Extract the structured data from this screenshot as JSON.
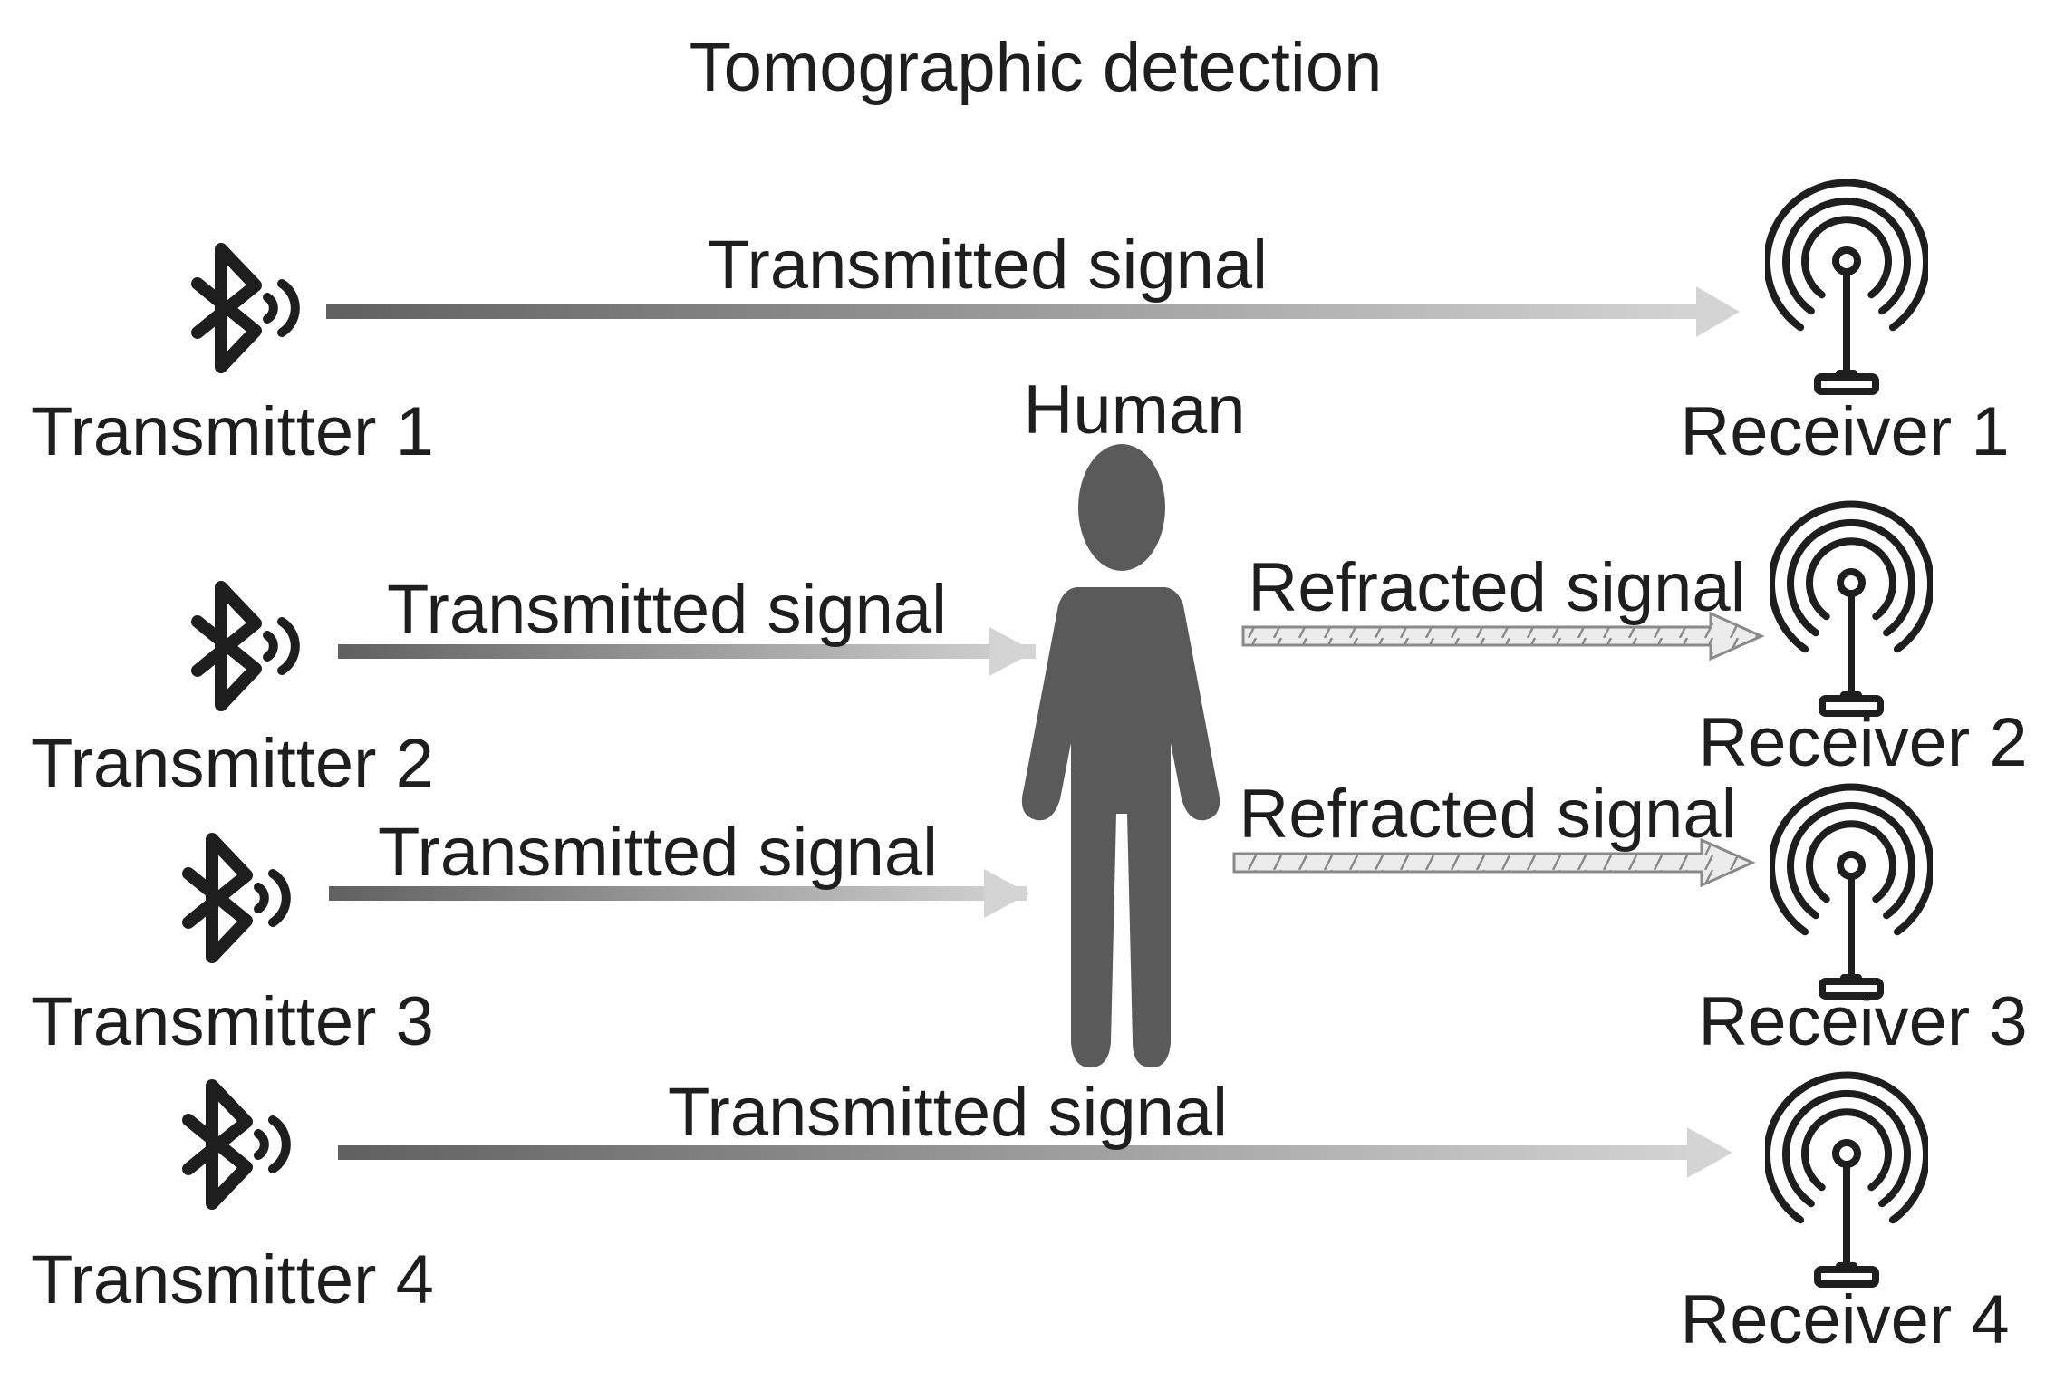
{
  "title": "Tomographic detection",
  "human_label": "Human",
  "transmitters": [
    "Transmitter 1",
    "Transmitter 2",
    "Transmitter 3",
    "Transmitter 4"
  ],
  "receivers": [
    "Receiver 1",
    "Receiver 2",
    "Receiver 3",
    "Receiver 4"
  ],
  "signals": {
    "transmitted": "Transmitted signal",
    "refracted": "Refracted signal"
  },
  "colors": {
    "text": "#1e1e1e",
    "human": "#5a5a5a",
    "signal_start": "#606060",
    "signal_end": "#d4d4d4",
    "icon": "#1e1e1e"
  },
  "icons": {
    "transmitter": "bluetooth-icon",
    "receiver": "antenna-icon"
  }
}
